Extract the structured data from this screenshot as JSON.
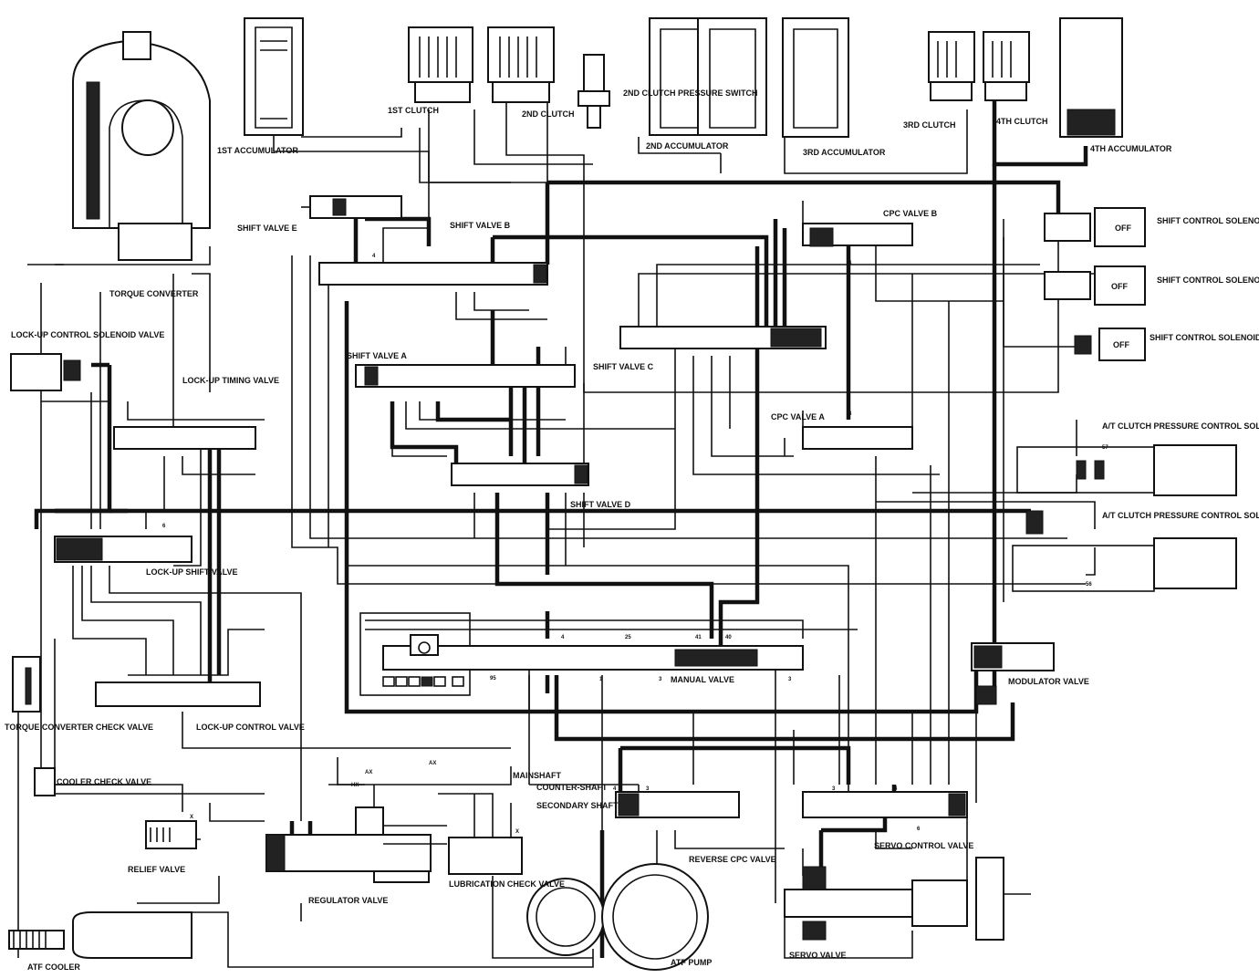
{
  "labels": {
    "clutch_1st": "1ST CLUTCH",
    "clutch_2nd": "2ND CLUTCH",
    "clutch_2nd_pressure_switch": "2ND CLUTCH PRESSURE SWITCH",
    "clutch_3rd": "3RD CLUTCH",
    "clutch_4th": "4TH CLUTCH",
    "acc_1st": "1ST ACCUMULATOR",
    "acc_2nd": "2ND ACCUMULATOR",
    "acc_3rd": "3RD ACCUMULATOR",
    "acc_4th": "4TH ACCUMULATOR",
    "torque_converter": "TORQUE CONVERTER",
    "lockup_control_solenoid": "LOCK-UP CONTROL SOLENOID VALVE",
    "lockup_timing_valve": "LOCK-UP TIMING VALVE",
    "lockup_shift_valve": "LOCK-UP SHIFT VALVE",
    "lockup_control_valve": "LOCK-UP CONTROL VALVE",
    "tc_check_valve": "TORQUE CONVERTER CHECK VALVE",
    "cooler_check_valve": "COOLER CHECK VALVE",
    "relief_valve": "RELIEF VALVE",
    "regulator_valve": "REGULATOR VALVE",
    "lubrication_check_valve": "LUBRICATION CHECK VALVE",
    "atf_cooler": "ATF COOLER",
    "atf_pump": "ATF PUMP",
    "reverse_cpc_valve": "REVERSE CPC VALVE",
    "servo_valve": "SERVO VALVE",
    "servo_control_valve": "SERVO CONTROL VALVE",
    "manual_valve": "MANUAL VALVE",
    "modulator_valve": "MODULATOR VALVE",
    "shift_valve_a": "SHIFT VALVE A",
    "shift_valve_b": "SHIFT VALVE B",
    "shift_valve_c": "SHIFT VALVE C",
    "shift_valve_d": "SHIFT VALVE D",
    "shift_valve_e": "SHIFT VALVE E",
    "cpc_valve_a": "CPC VALVE A",
    "cpc_valve_b": "CPC VALVE B",
    "solenoid_b": "SHIFT CONTROL SOLENOID VALVE B",
    "solenoid_c": "SHIFT CONTROL SOLENOID VALVE C",
    "solenoid_a": "SHIFT CONTROL SOLENOID VALVE A",
    "clutch_pcs_b": "A/T CLUTCH PRESSURE CONTROL SOLENOID VALVE B",
    "clutch_pcs_a": "A/T CLUTCH PRESSURE CONTROL SOLENOID VALVE A",
    "mainshaft": "MAINSHAFT",
    "countershaft": "COUNTER-SHAFT",
    "secondary_shaft": "SECONDARY SHAFT",
    "off": "OFF"
  },
  "ports": {
    "p1": "1",
    "p3": "3",
    "p4": "4",
    "p6": "6",
    "p25": "25",
    "p41": "41",
    "p40": "40",
    "p95": "95",
    "pX": "X",
    "pAX": "AX",
    "pHX": "HX",
    "p56": "56",
    "p57": "57"
  }
}
